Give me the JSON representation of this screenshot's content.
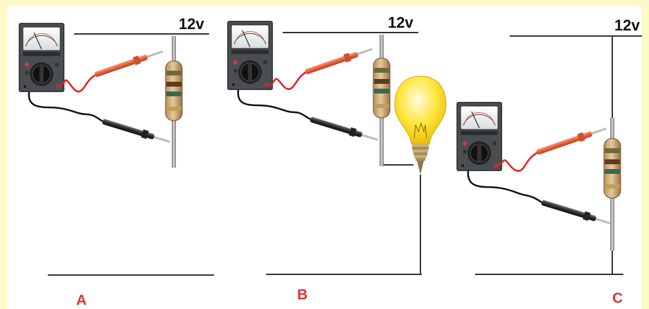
{
  "circuits": [
    {
      "id": "A",
      "letter": "A",
      "supply": "12v"
    },
    {
      "id": "B",
      "letter": "B",
      "supply": "12v"
    },
    {
      "id": "C",
      "letter": "C",
      "supply": "12v"
    }
  ],
  "colors": {
    "background": "#fdf8c8",
    "panel": "#ffffff",
    "wire": "#333333",
    "letter": "#e53232",
    "voltage_text": "#111111",
    "probe_red": "#e86040",
    "probe_black": "#222222",
    "bulb": "#ffe640"
  },
  "icons": [
    "multimeter-icon",
    "resistor-icon",
    "light-bulb-icon",
    "test-probe-icon"
  ]
}
